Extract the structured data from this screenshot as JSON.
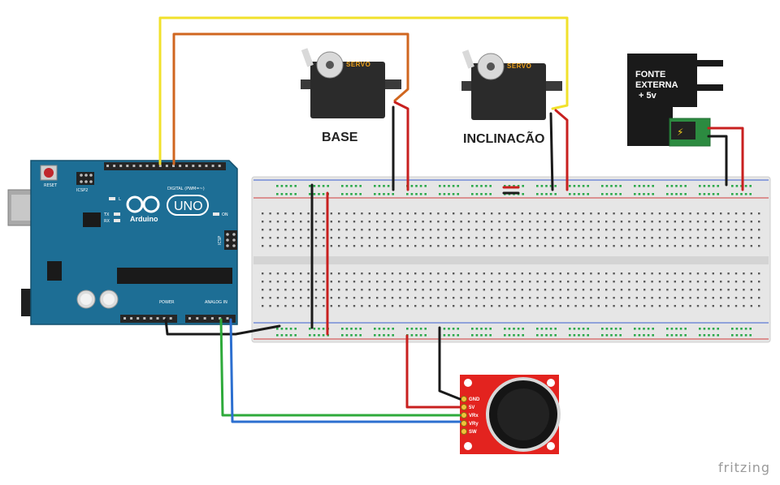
{
  "colors": {
    "arduino": "#1d6e95",
    "arduino_dark": "#14506e",
    "breadboard": "#e6e6e6",
    "hole_green": "#2aa84a",
    "wire_yellow": "#f1e12b",
    "wire_orange": "#d0661f",
    "wire_red": "#c8201f",
    "wire_black": "#1a1a1a",
    "wire_green": "#2eaa3b",
    "wire_blue": "#2c6fd0",
    "joystick_board": "#e3231f",
    "servo_body": "#2b2b2b"
  },
  "labels": {
    "servo_base": "BASE",
    "servo_tilt": "INCLINACÃO",
    "servo_text": "SERVO",
    "power_line1": "FONTE",
    "power_line2": "EXTERNA",
    "power_line3": "+ 5v",
    "arduino_name": "Arduino",
    "arduino_model": "UNO",
    "arduino_reset": "RESET",
    "arduino_icsp2": "ICSP2",
    "arduino_icsp": "ICSP",
    "arduino_digital": "DIGITAL (PWM=~)",
    "arduino_power": "POWER",
    "arduino_analog": "ANALOG IN",
    "arduino_on": "ON",
    "arduino_tx": "TX",
    "arduino_rx": "RX",
    "arduino_l": "L",
    "joystick_pins": [
      "GND",
      "5V",
      "VRx",
      "VRy",
      "SW"
    ],
    "watermark": "fritzing"
  }
}
